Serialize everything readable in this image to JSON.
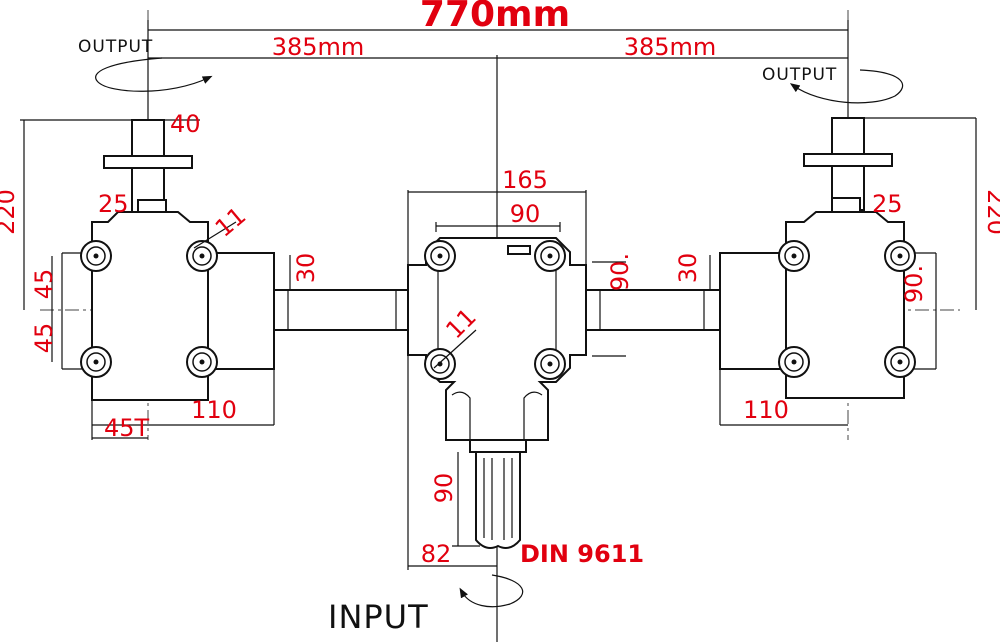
{
  "labels": {
    "output_left": "OUTPUT",
    "output_right": "OUTPUT",
    "input": "INPUT"
  },
  "dimensions": {
    "total": "770mm",
    "half_left": "385mm",
    "half_right": "385mm",
    "left_shaft_dia": "40",
    "left_height": "220",
    "right_height": "220",
    "left_flange": "25",
    "right_flange": "25",
    "left_hole": "11",
    "center_hole": "11",
    "left_upper": "45",
    "left_lower": "45",
    "left_shaft": "30",
    "right_shaft": "30",
    "center_width": "165",
    "center_holes": "90",
    "center_side": "90.",
    "right_side": "90.",
    "left_base": "110",
    "right_base": "110",
    "left_offset": "45T",
    "input_length": "90",
    "input_offset": "82",
    "spline": "DIN 9611"
  },
  "colors": {
    "dimension_text": "#e1000f",
    "linework": "#111111"
  }
}
